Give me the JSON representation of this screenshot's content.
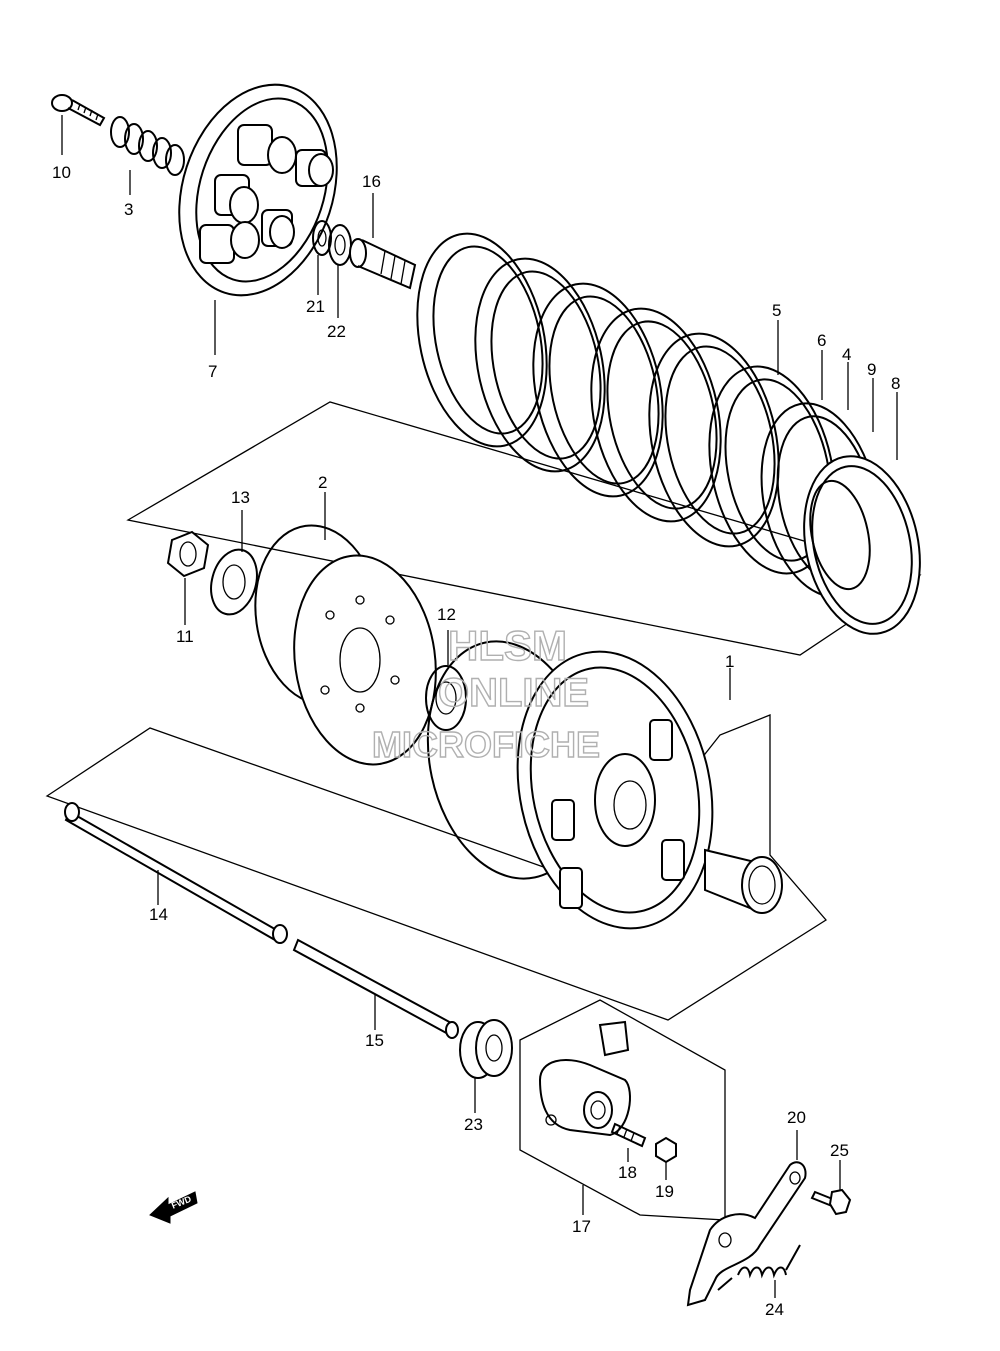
{
  "labels": {
    "p1": "1",
    "p2": "2",
    "p3": "3",
    "p4": "4",
    "p5": "5",
    "p6": "6",
    "p7": "7",
    "p8": "8",
    "p9": "9",
    "p10": "10",
    "p11": "11",
    "p12": "12",
    "p13": "13",
    "p14": "14",
    "p15": "15",
    "p16": "16",
    "p17": "17",
    "p18": "18",
    "p19": "19",
    "p20": "20",
    "p21": "21",
    "p22": "22",
    "p23": "23",
    "p24": "24",
    "p25": "25"
  },
  "watermark": {
    "line1": "HLSM",
    "line2": "ONLINE",
    "line3": "MICROFICHE",
    "color": "#b0b0b0"
  },
  "fwd_arrow": {
    "text": "FWD"
  }
}
